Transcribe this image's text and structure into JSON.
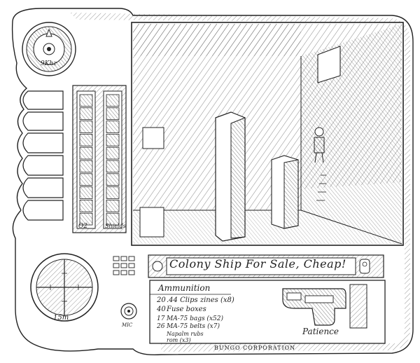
{
  "hud": {
    "clock_label": "9Khz",
    "oxygen_label": "O2",
    "shields_label": "Shields",
    "radar_range": "15m",
    "mic_label": "MIC"
  },
  "terminal": {
    "level_name": "Colony Ship For Sale, Cheap!"
  },
  "inventory": {
    "title": "Ammunition",
    "items": [
      {
        "count": "20",
        "name": ".44 Clips zines (x8)"
      },
      {
        "count": "40",
        "name": "Fuse boxes"
      },
      {
        "count": "17",
        "name": "MA-75 bags (x52)"
      },
      {
        "count": "26",
        "name": "MA-75 belts (x7)"
      },
      {
        "count": "",
        "name": "Napalm rubs"
      },
      {
        "count": "",
        "name": "rom (x3)"
      }
    ],
    "weapon_name": "Patience"
  },
  "footer": {
    "corporation": "BUNGO CORPORATION"
  },
  "bars": {
    "oxygen_level": 1.0,
    "shield_level": 1.0
  },
  "icons": {
    "compass": "compass-arrow-icon",
    "mic": "microphone-icon",
    "grip": "handle-grip-icon",
    "weapon": "pistol-icon"
  }
}
